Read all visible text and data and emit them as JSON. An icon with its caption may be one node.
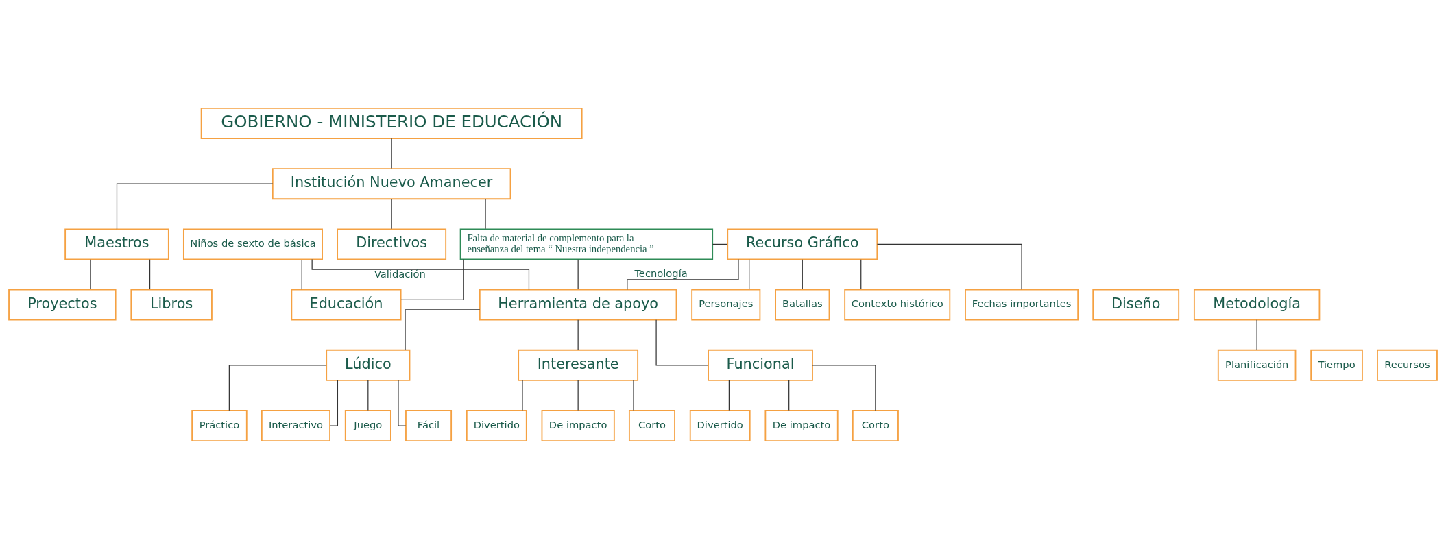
{
  "diagram": {
    "nodes": [
      {
        "text": [
          "GOBIERNO - MINISTERIO DE EDUCACIÓN"
        ]
      },
      {
        "text": [
          "Institución Nuevo Amanecer"
        ]
      },
      {
        "text": [
          "Maestros"
        ]
      },
      {
        "text": [
          "Directivos"
        ]
      },
      {
        "text": [
          "Proyectos"
        ]
      },
      {
        "text": [
          "Libros"
        ]
      },
      {
        "text": [
          "Falta de material de complemento para la enseñanza del tema “ Nuestra independencia ”"
        ]
      },
      {
        "text": [
          "Contexto histórico"
        ]
      },
      {
        "text": [
          "Fechas importantes"
        ]
      },
      {
        "text": [
          "Personajes"
        ]
      },
      {
        "text": [
          "Batallas"
        ]
      },
      {
        "text": [
          "Recurso Gráfico"
        ]
      },
      {
        "text": [
          "Diseño"
        ]
      },
      {
        "text": [
          "Educación"
        ]
      },
      {
        "text": [
          "Niños de sexto de básica"
        ]
      },
      {
        "text": [
          "Metodología"
        ]
      },
      {
        "text": [
          "Planificación"
        ]
      },
      {
        "text": [
          "Tiempo"
        ]
      },
      {
        "text": [
          "Recursos"
        ]
      },
      {
        "text": [
          "Herramienta de apoyo"
        ]
      },
      {
        "text": [
          "Lúdico"
        ]
      },
      {
        "text": [
          "Interesante"
        ]
      },
      {
        "text": [
          "Funcional"
        ]
      },
      {
        "text": [
          "Juego"
        ]
      },
      {
        "text": [
          "Fácil"
        ]
      },
      {
        "text": [
          "Práctico"
        ]
      },
      {
        "text": [
          "Interactivo"
        ]
      },
      {
        "text": [
          "Corto"
        ]
      },
      {
        "text": [
          "Divertido"
        ]
      },
      {
        "text": [
          "De impacto"
        ]
      },
      {
        "text": [
          "Corto"
        ]
      },
      {
        "text": [
          "Divertido"
        ]
      },
      {
        "text": [
          "De impacto"
        ]
      }
    ],
    "edges": [
      {
        "from": 0,
        "to": 1,
        "arrow": "none"
      },
      {
        "from": 1,
        "to": 2,
        "arrow": "none"
      },
      {
        "from": 1,
        "to": 3,
        "arrow": "none"
      },
      {
        "from": 2,
        "to": 4,
        "arrow": "none"
      },
      {
        "from": 2,
        "to": 5,
        "arrow": "none"
      },
      {
        "from": 1,
        "to": 6,
        "arrow": "none"
      },
      {
        "from": 6,
        "to": 11,
        "arrow": "none"
      },
      {
        "from": 11,
        "to": 7,
        "arrow": "none"
      },
      {
        "from": 11,
        "to": 8,
        "arrow": "none"
      },
      {
        "from": 11,
        "to": 9,
        "arrow": "none"
      },
      {
        "from": 11,
        "to": 10,
        "arrow": "none"
      },
      {
        "from": 6,
        "to": 13,
        "arrow": "none"
      },
      {
        "from": 13,
        "to": 14,
        "arrow": "none"
      },
      {
        "from": 15,
        "to": 16,
        "arrow": "none"
      },
      {
        "from": 6,
        "to": 19,
        "arrow": "none"
      },
      {
        "from": 11,
        "to": 19,
        "arrow": "none",
        "label": "Tecnología"
      },
      {
        "from": 19,
        "to": 14,
        "arrow": "none",
        "label": "Validación"
      },
      {
        "from": 19,
        "to": 20,
        "arrow": "none"
      },
      {
        "from": 19,
        "to": 21,
        "arrow": "none"
      },
      {
        "from": 19,
        "to": 22,
        "arrow": "none"
      },
      {
        "from": 20,
        "to": 23,
        "arrow": "none"
      },
      {
        "from": 20,
        "to": 24,
        "arrow": "none"
      },
      {
        "from": 20,
        "to": 25,
        "arrow": "none"
      },
      {
        "from": 20,
        "to": 26,
        "arrow": "none"
      },
      {
        "from": 21,
        "to": 27,
        "arrow": "none"
      },
      {
        "from": 21,
        "to": 28,
        "arrow": "none"
      },
      {
        "from": 21,
        "to": 29,
        "arrow": "none"
      },
      {
        "from": 22,
        "to": 30,
        "arrow": "none"
      },
      {
        "from": 22,
        "to": 31,
        "arrow": "none"
      },
      {
        "from": 22,
        "to": 32,
        "arrow": "none"
      }
    ]
  }
}
